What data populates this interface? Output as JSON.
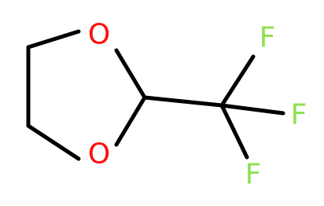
{
  "structure": {
    "atoms": [
      {
        "id": "O1",
        "symbol": "O",
        "color": "#ff0d0d"
      },
      {
        "id": "O2",
        "symbol": "O",
        "color": "#ff0d0d"
      },
      {
        "id": "F1",
        "symbol": "F",
        "color": "#90e050"
      },
      {
        "id": "F2",
        "symbol": "F",
        "color": "#90e050"
      },
      {
        "id": "F3",
        "symbol": "F",
        "color": "#90e050"
      }
    ],
    "bonds": [
      [
        "C4",
        "O1"
      ],
      [
        "O1",
        "C2"
      ],
      [
        "C2",
        "O2"
      ],
      [
        "O2",
        "C5"
      ],
      [
        "C5",
        "C4"
      ],
      [
        "C2",
        "C3"
      ],
      [
        "C3",
        "F1"
      ],
      [
        "C3",
        "F2"
      ],
      [
        "C3",
        "F3"
      ]
    ]
  }
}
